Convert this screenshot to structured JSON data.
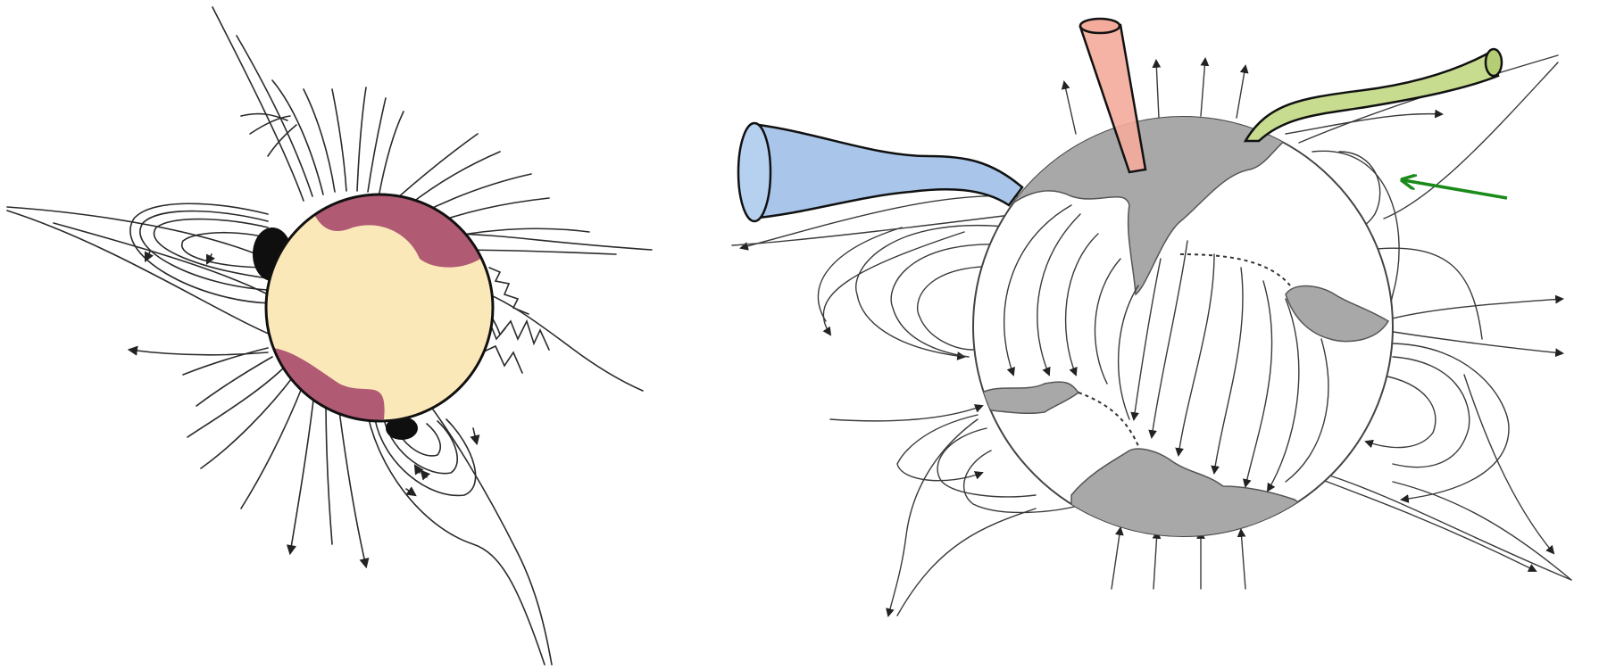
{
  "figure": {
    "panels": [
      {
        "id": "left",
        "subject": "sun-with-field-lines",
        "colors": {
          "disk": "#fbe8b8",
          "regions": "#b05a74",
          "outline": "#111111",
          "field_lines": "#2a2a2a"
        }
      },
      {
        "id": "right",
        "subject": "sphere-with-closed-and-open-field-lines",
        "colors": {
          "sphere": "#ffffff",
          "patches": "#a8a8a8",
          "blue_tube": "#a9c6ea",
          "red_tube": "#f4ab9c",
          "green_tube": "#c7dc8f",
          "green_arrow": "#1a8a1a",
          "field_lines": "#3a3a3a"
        }
      }
    ]
  }
}
